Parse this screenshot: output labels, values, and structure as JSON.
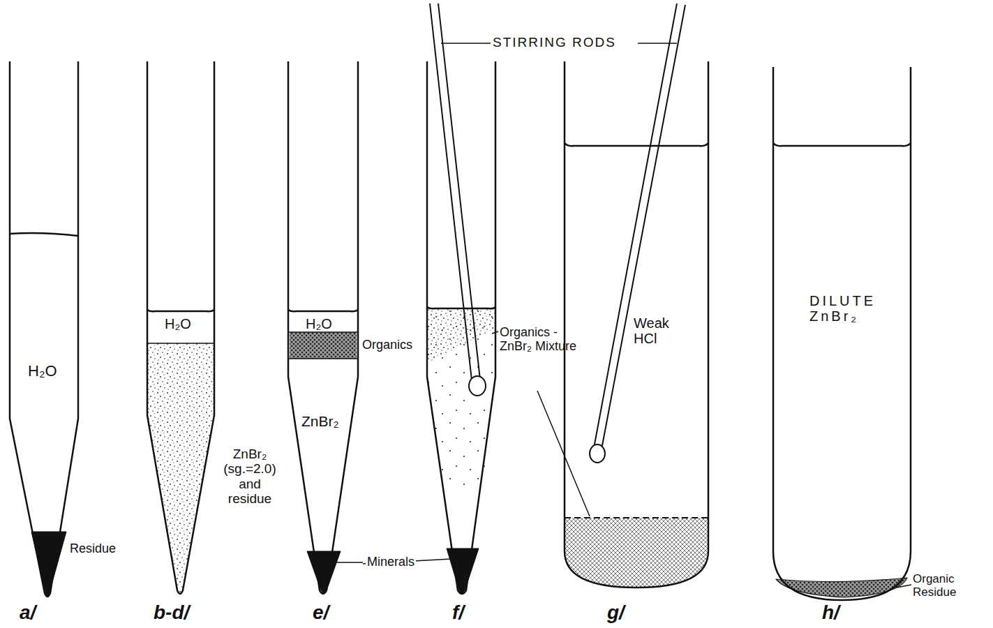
{
  "diagram": {
    "labels": [
      "STIRRING RODS",
      "H₂O",
      "Residue",
      "H₂O",
      "ZnBr₂ (sg.=2.0) and residue",
      "H₂O",
      "Organics",
      "ZnBr₂",
      "Minerals",
      "Organics -ZnBr₂ Mixture",
      "Weak HCl",
      "DILUTE ZnBr₂",
      "Organic Residue",
      "a/",
      "b-d/",
      "e/",
      "f/",
      "g/",
      "h/"
    ]
  }
}
